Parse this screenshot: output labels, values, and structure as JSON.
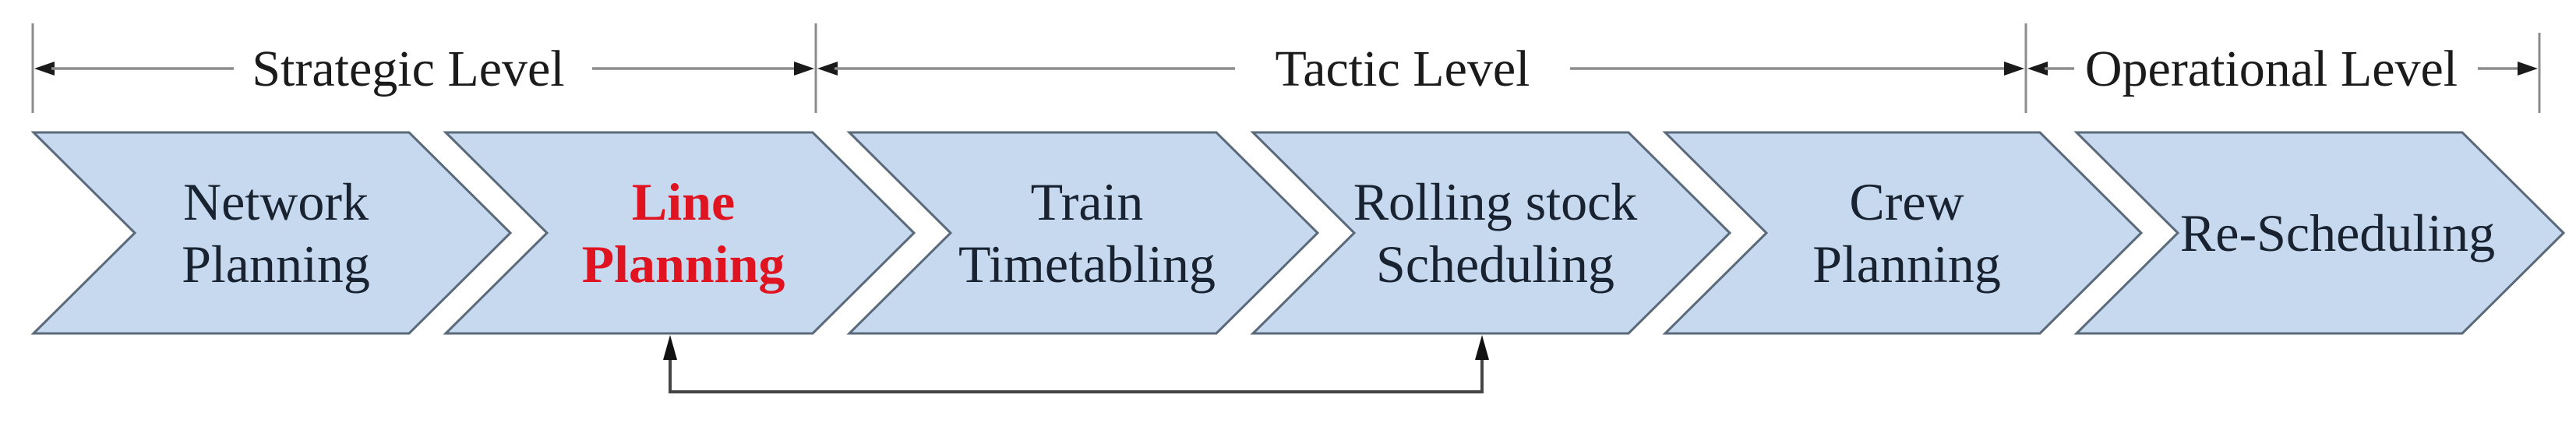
{
  "figure": {
    "levels": [
      {
        "label": "Strategic Level"
      },
      {
        "label": "Tactic Level"
      },
      {
        "label": "Operational Level"
      }
    ],
    "stages": [
      {
        "lines": [
          "Network",
          "Planning"
        ],
        "highlighted": false
      },
      {
        "lines": [
          "Line",
          "Planning"
        ],
        "highlighted": true
      },
      {
        "lines": [
          "Train",
          "Timetabling"
        ],
        "highlighted": false
      },
      {
        "lines": [
          "Rolling stock",
          "Scheduling"
        ],
        "highlighted": false
      },
      {
        "lines": [
          "Crew",
          "Planning"
        ],
        "highlighted": false
      },
      {
        "lines": [
          "Re-Scheduling"
        ],
        "highlighted": false
      }
    ],
    "colors": {
      "chevron_fill": "#c6d9ee",
      "chevron_border": "#5a6a7a",
      "stage_text": "#182230",
      "highlight_text": "#e01421",
      "dimension_line": "#8c8c8c",
      "arrow_black": "#1a1a1a"
    }
  }
}
